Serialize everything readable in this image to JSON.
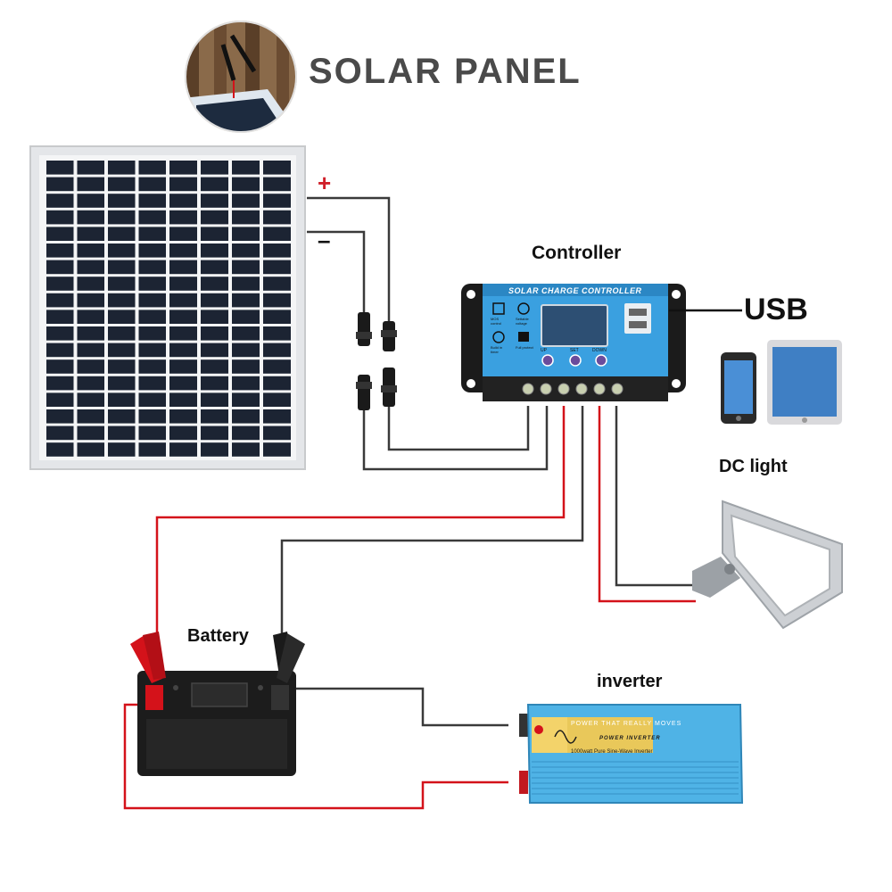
{
  "header": {
    "title": "SOLAR PANEL"
  },
  "panel": {
    "polarity_plus": "+",
    "polarity_minus": "–"
  },
  "labels": {
    "controller": "Controller",
    "usb": "USB",
    "dc_light": "DC light",
    "battery": "Battery",
    "inverter": "inverter"
  },
  "controller_device": {
    "name": "SOLAR CHARGE CONTROLLER",
    "icon_labels": [
      "MOS control",
      "Settable voltage",
      "Build in timer",
      "Full protect"
    ],
    "button_labels": [
      "UP",
      "SET",
      "DOWN"
    ]
  },
  "inverter_device": {
    "banner": "POWER THAT REALLY MOVES",
    "brand": "POWER INVERTER",
    "spec": "1000watt Pure Sine-Wave Inverter"
  },
  "colors": {
    "wire_positive": "#d4121a",
    "wire_negative": "#3a3a3a",
    "controller_blue": "#3aa0e0",
    "inverter_blue": "#4fb3e6"
  }
}
